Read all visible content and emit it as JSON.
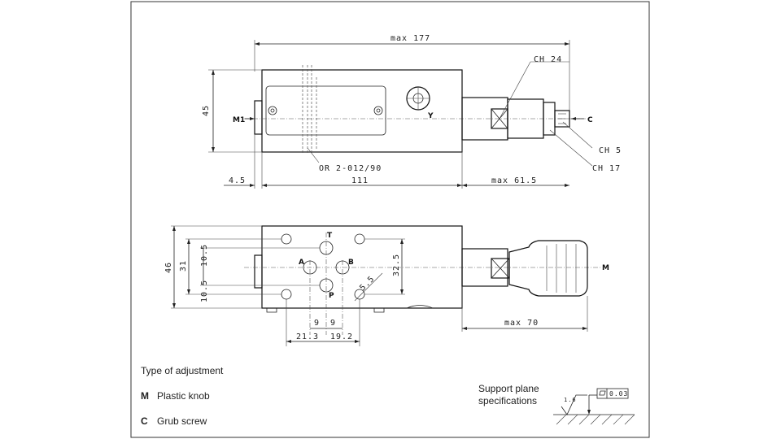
{
  "top_view": {
    "dim_overall": "max 177",
    "dim_height": "45",
    "dim_offset": "4.5",
    "dim_body": "111",
    "dim_adjust": "max 61.5",
    "label_m1": "M1",
    "label_y": "Y",
    "label_c": "C",
    "label_ch24": "CH 24",
    "label_ch5": "CH 5",
    "label_ch17": "CH 17",
    "label_oring": "OR 2-012/90"
  },
  "bottom_view": {
    "dim_height": "46",
    "dim_ports": "31",
    "dim_a": "10.5",
    "dim_b": "10.5",
    "dim_right": "32.5",
    "dim_diag": "5.5",
    "dim_9a": "9",
    "dim_9b": "9",
    "dim_213": "21.3",
    "dim_192": "19.2",
    "dim_knob": "max 70",
    "label_t": "T",
    "label_a": "A",
    "label_b": "B",
    "label_p": "P",
    "label_m": "M"
  },
  "legend": {
    "title": "Type of adjustment",
    "items": [
      {
        "code": "M",
        "text": "Plastic knob"
      },
      {
        "code": "C",
        "text": "Grub screw"
      }
    ]
  },
  "support": {
    "line1": "Support plane",
    "line2": "specifications",
    "roughness": "1.6",
    "flatness": "0.03"
  }
}
